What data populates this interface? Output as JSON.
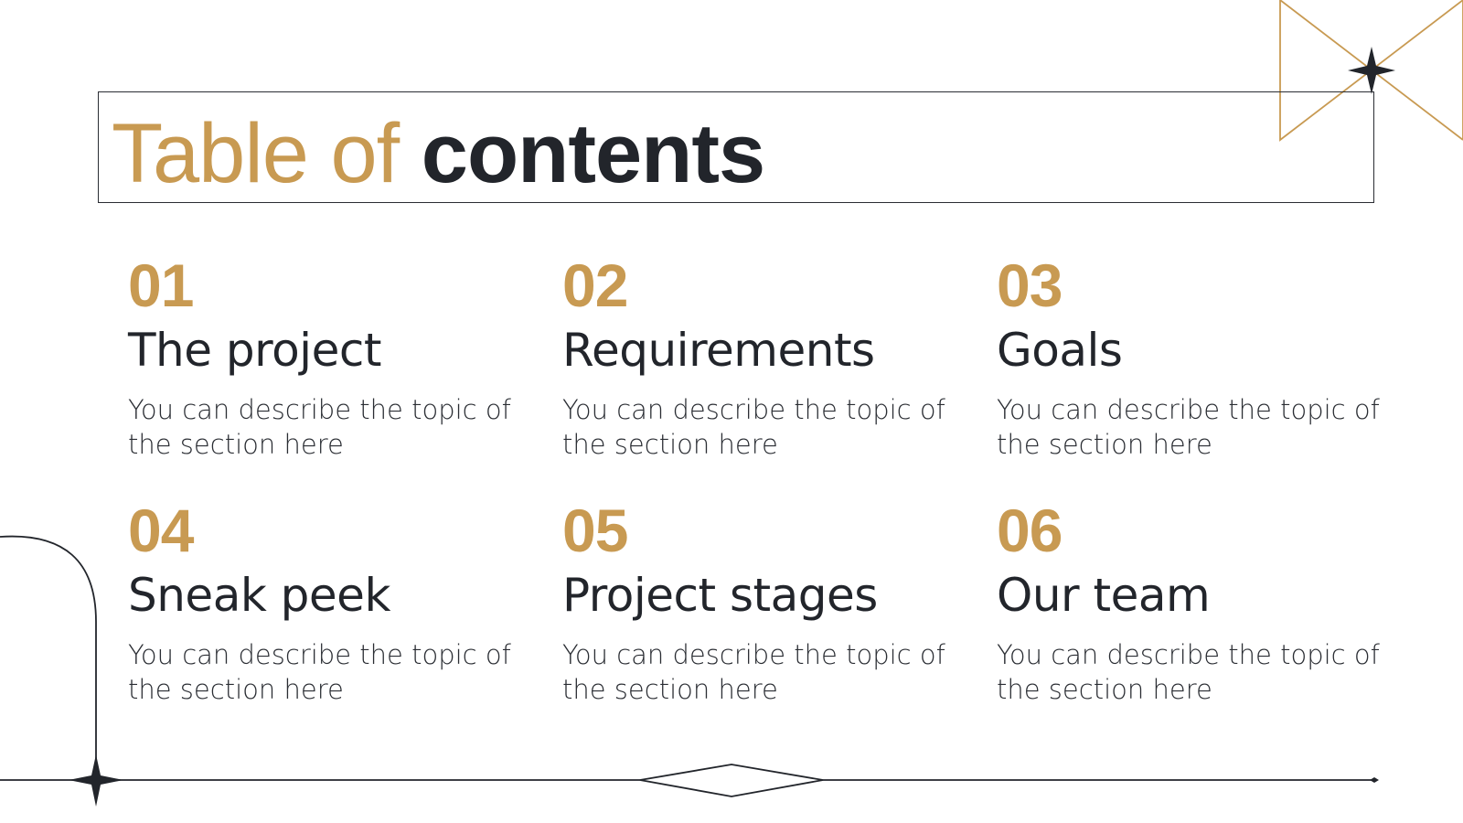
{
  "slide": {
    "title_light": "Table of",
    "title_bold": "contents",
    "colors": {
      "accent": "#c89a52",
      "text": "#22252b",
      "background": "#ffffff"
    },
    "items": [
      {
        "number": "01",
        "heading": "The project",
        "description": "You can describe the topic of the section here"
      },
      {
        "number": "02",
        "heading": "Requirements",
        "description": "You can describe the topic of the section here"
      },
      {
        "number": "03",
        "heading": "Goals",
        "description": "You can describe the topic of the section here"
      },
      {
        "number": "04",
        "heading": "Sneak peek",
        "description": "You can describe the topic of the section here"
      },
      {
        "number": "05",
        "heading": "Project stages",
        "description": "You can describe the topic of the section here"
      },
      {
        "number": "06",
        "heading": "Our team",
        "description": "You can describe the topic of the section here"
      }
    ]
  }
}
